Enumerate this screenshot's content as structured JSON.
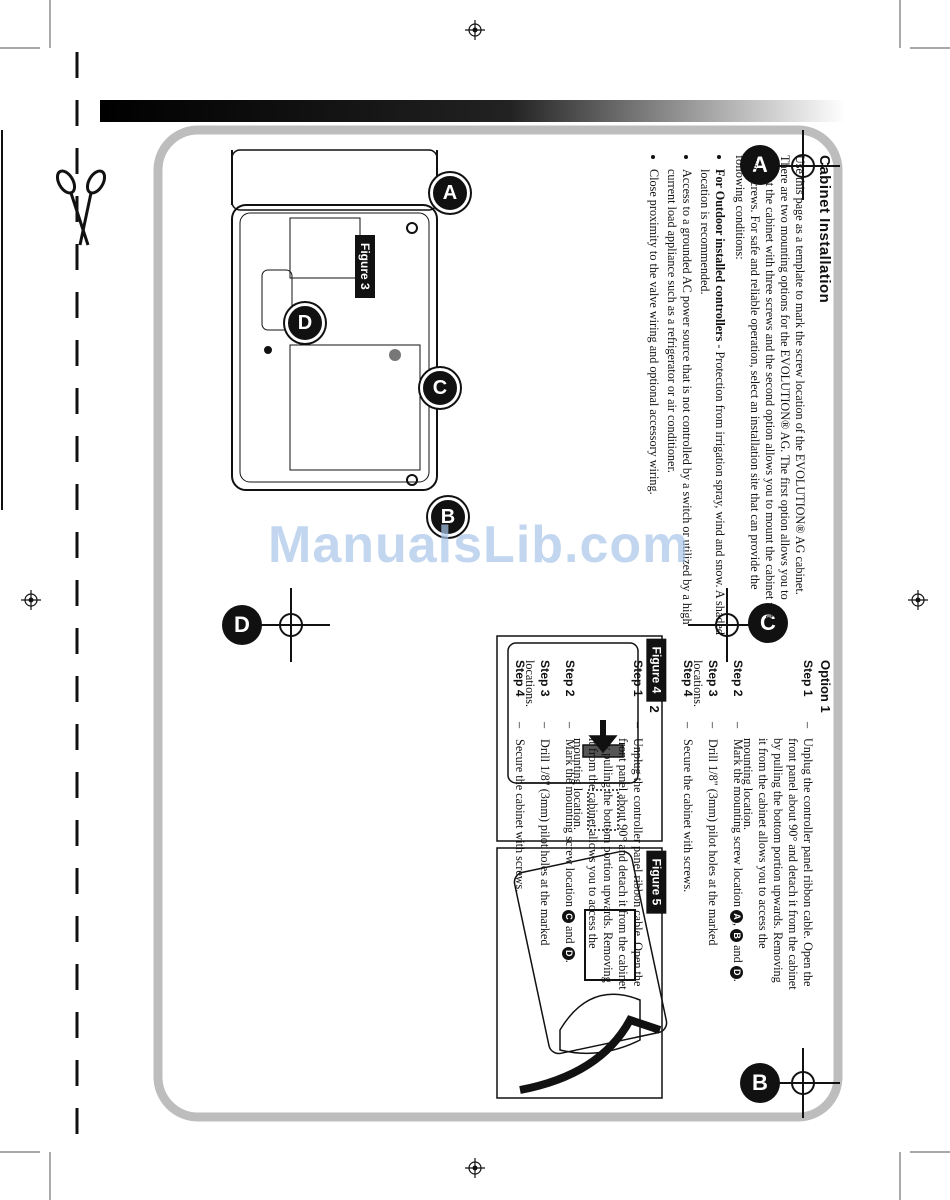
{
  "page": {
    "title": "Cabinet Installation",
    "intro": "Use this page as a template to mark the screw location of the EVOLUTION® AG cabinet. There are two mounting options for the EVOLUTION® AG. The first option allows you to mount the cabinet with three screws and the second option allows you to mount the cabinet with two screws. For safe and reliable operation, select an installation site that can provide the following conditions:",
    "conditions": [
      {
        "lead": "For Outdoor installed controllers",
        "text": " - Protection from irrigation spray, wind and snow. A shaded location is recommended."
      },
      {
        "lead": "",
        "text": "Access to a grounded AC power source that is not controlled by a switch or utilized by a high current load appliance such as a refrigerator or air conditioner."
      },
      {
        "lead": "",
        "text": "Close proximity to the valve wiring and optional accessory wiring."
      }
    ],
    "watermark": "ManualsLib.com"
  },
  "figures": {
    "figure3": "Figure 3",
    "figure4": "Figure 4",
    "figure5": "Figure 5"
  },
  "markers": {
    "a": "A",
    "b": "B",
    "c": "C",
    "d": "D"
  },
  "option1": {
    "title": "Option 1",
    "steps": [
      {
        "label": "Step 1",
        "text": "Unplug the controller panel ribbon cable. Open the front panel about 90° and detach it from the cabinet by pulling the bottom portion upwards. Removing it from the cabinet allows you to access the mounting location."
      },
      {
        "label": "Step 2",
        "text_before": "Mark the mounting screw location ",
        "badges": [
          "A",
          "B"
        ],
        "joiner": ", ",
        "and": " and ",
        "badge_last": "D",
        "text_after": "."
      },
      {
        "label": "Step 3",
        "text": "Drill 1/8\" (3mm) pilot holes at the marked locations."
      },
      {
        "label": "Step 4",
        "text": "Secure the cabinet with screws."
      }
    ]
  },
  "option2": {
    "title": "Option 2",
    "steps": [
      {
        "label": "Step 1",
        "text": "Unplug the controller panel ribbon cable. Open the front panel about 90° and detach it from the cabinet by pulling the bottom portion upwards. Removing it from the cabinet allows you to access the mounting location."
      },
      {
        "label": "Step 2",
        "text_before": "Mark the mounting screw location ",
        "badge1": "C",
        "and": " and ",
        "badge2": "D",
        "text_after": "."
      },
      {
        "label": "Step 3",
        "text": "Drill 1/8\" (3mm) pilot holes at the marked locations."
      },
      {
        "label": "Step 4",
        "text": "Secure the cabinet with screws."
      }
    ]
  },
  "colors": {
    "ink": "#111111",
    "frame_gray": "#bdbdbd",
    "watermark": "#a9c6ea"
  }
}
